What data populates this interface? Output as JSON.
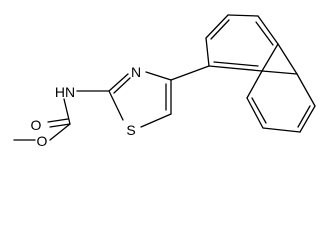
{
  "molecule": {
    "atoms": {
      "nh": "HN",
      "n_ring": "N",
      "s_ring": "S",
      "o_carbonyl": "O",
      "o_ester": "O"
    },
    "colors": {
      "bond": "#000000",
      "label": "#000000",
      "background": "#ffffff"
    }
  }
}
